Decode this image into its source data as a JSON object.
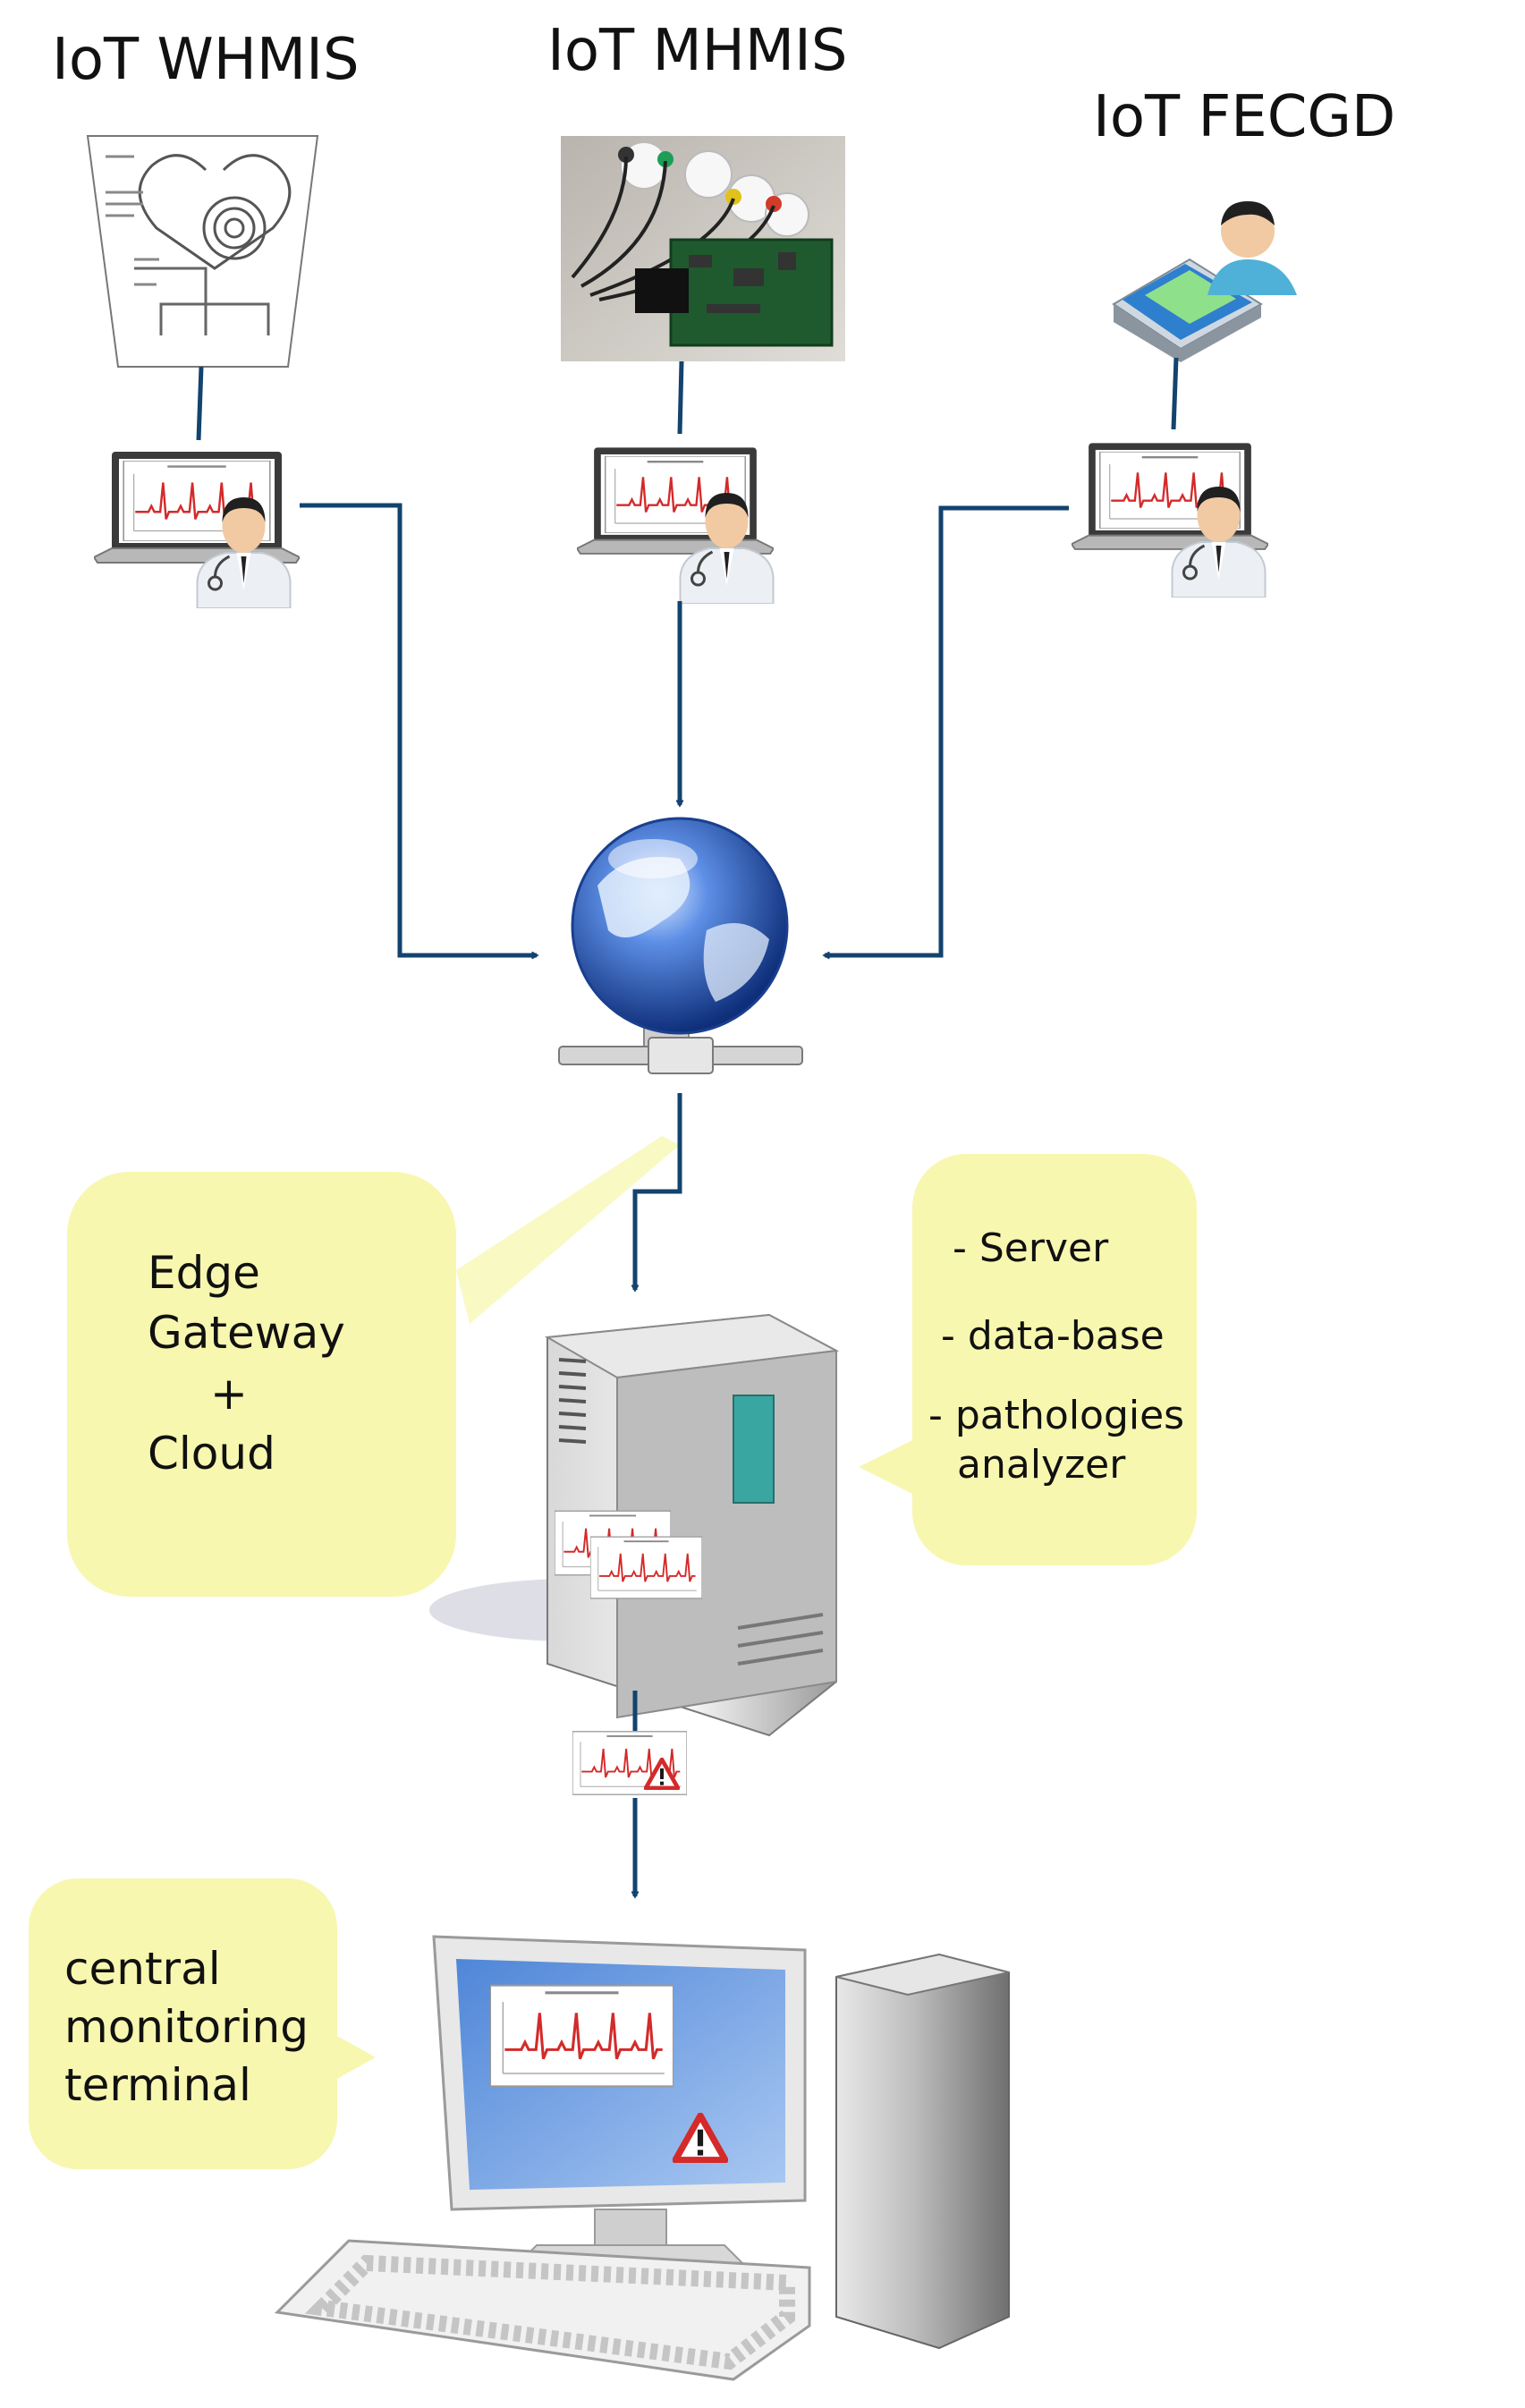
{
  "titles": {
    "whmis": "IoT WHMIS",
    "mhmis": "IoT MHMIS",
    "fecgd": "IoT FECGD"
  },
  "edge_bubble": {
    "line1": "Edge",
    "line2": "Gateway",
    "line3": "+",
    "line4": "Cloud"
  },
  "server_bubble": {
    "item1": "- Server",
    "item2": "- data-base",
    "item3": "- pathologies",
    "item3_cont": "analyzer"
  },
  "terminal_bubble": {
    "line1": "central",
    "line2": "monitoring",
    "line3": "terminal"
  },
  "colors": {
    "connector": "#13436e",
    "bubble": "#f7f7b0",
    "ecg_trace": "#d42a2a",
    "globe": "#2a5fc4",
    "alert": "#d42a2a"
  },
  "icons": {
    "whmis_device": "heart-sensor-schematic-icon",
    "mhmis_device": "ecg-electrode-board-icon",
    "fecgd_device": "fetal-ecg-device-icon",
    "laptop": "doctor-laptop-icon",
    "network": "globe-network-icon",
    "server": "server-tower-icon",
    "alert": "warning-triangle-icon",
    "terminal": "desktop-computer-icon"
  }
}
